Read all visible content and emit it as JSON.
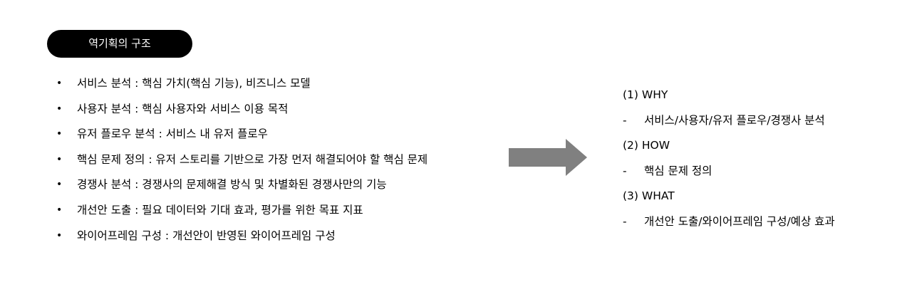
{
  "title": "역기획의 구조",
  "left_items": [
    "서비스 분석 : 핵심 가치(핵심 기능), 비즈니스 모델",
    "사용자 분석 : 핵심 사용자와 서비스 이용 목적",
    "유저 플로우 분석 : 서비스 내 유저 플로우",
    "핵심 문제 정의 : 유저 스토리를 기반으로 가장 먼저 해결되어야 할 핵심 문제",
    "경쟁사 분석 : 경쟁사의 문제해결 방식 및 차별화된 경쟁사만의 기능",
    "개선안 도출 : 필요 데이터와 기대 효과, 평가를 위한 목표 지표",
    "와이어프레임 구성 : 개선안이 반영된 와이어프레임 구성"
  ],
  "bullet_char": "•",
  "right": {
    "why_heading": "(1) WHY",
    "why_item": "서비스/사용자/유저 플로우/경쟁사 분석",
    "how_heading": "(2) HOW",
    "how_item": "핵심 문제 정의",
    "what_heading": "(3) WHAT",
    "what_item": "개선안 도출/와이어프레임 구성/예상 효과",
    "dash_char": "-"
  },
  "colors": {
    "pill_background": "#000000",
    "pill_text": "#ffffff",
    "arrow": "#808080",
    "text": "#000000"
  },
  "arrow_icon": "right-arrow-icon"
}
